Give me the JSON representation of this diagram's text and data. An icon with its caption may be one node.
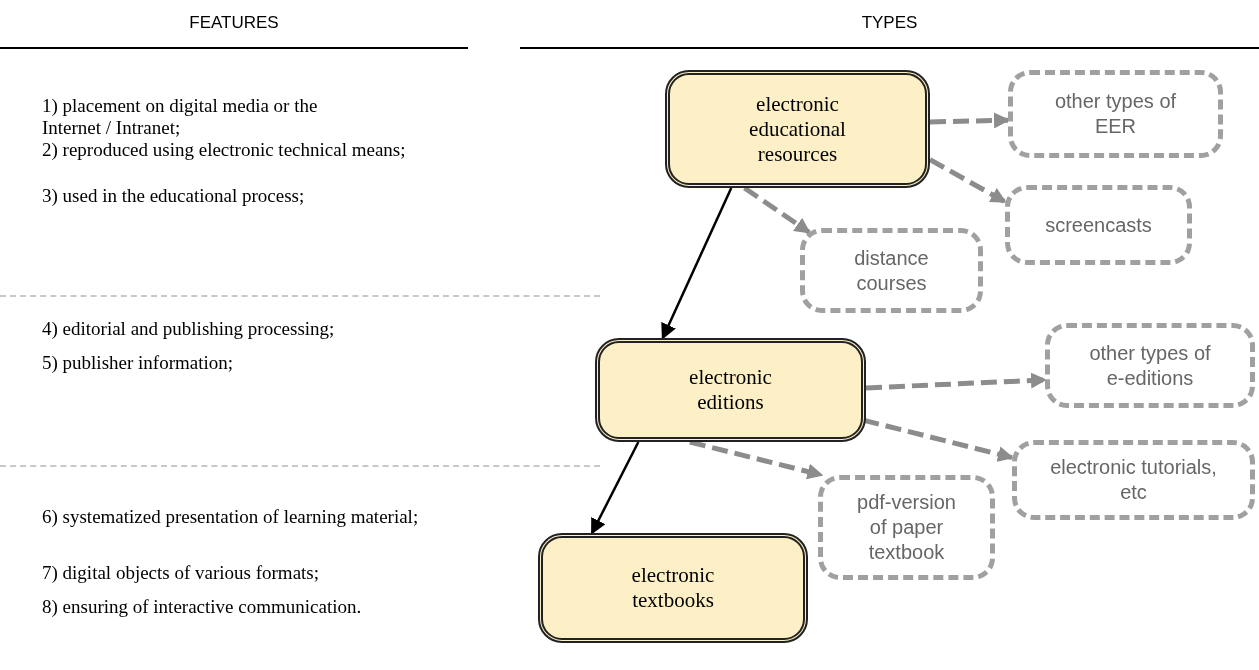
{
  "diagram": {
    "nodes": [
      {
        "text": [
          "electronic educational resources"
        ]
      },
      {
        "text": [
          "other types of EER"
        ]
      },
      {
        "text": [
          "screencasts"
        ]
      },
      {
        "text": [
          "distance courses"
        ]
      },
      {
        "text": [
          "electronic editions"
        ]
      },
      {
        "text": [
          "other types of e-editions"
        ]
      },
      {
        "text": [
          "electronic tutorials, etc"
        ]
      },
      {
        "text": [
          "pdf-version of paper textbook"
        ]
      },
      {
        "text": [
          "electronic textbooks"
        ]
      }
    ],
    "edges": [
      {
        "from": 0,
        "to": 4,
        "arrow": "to",
        "color": "#000000"
      },
      {
        "from": 0,
        "to": 1,
        "arrow": "to",
        "style": "dashed"
      },
      {
        "from": 0,
        "to": 2,
        "arrow": "to",
        "style": "dashed"
      },
      {
        "from": 0,
        "to": 3,
        "arrow": "to",
        "style": "dashed"
      },
      {
        "from": 4,
        "to": 5,
        "arrow": "to",
        "style": "dashed"
      },
      {
        "from": 4,
        "to": 6,
        "arrow": "to",
        "style": "dashed"
      },
      {
        "from": 4,
        "to": 7,
        "arrow": "to",
        "style": "dashed"
      },
      {
        "from": 4,
        "to": 8,
        "arrow": "to",
        "color": "#000000"
      }
    ],
    "labels": [
      "FEATURES",
      "TYPES",
      "1) placement on digital media or the Internet / Intranet;",
      "2) reproduced using electronic technical means;",
      "3) used in the educational process;",
      "4) editorial and publishing processing;",
      "5) publisher information;",
      "6) systematized presentation of learning material;",
      "7) digital objects of various formats;",
      "8) ensuring of interactive communication."
    ]
  }
}
